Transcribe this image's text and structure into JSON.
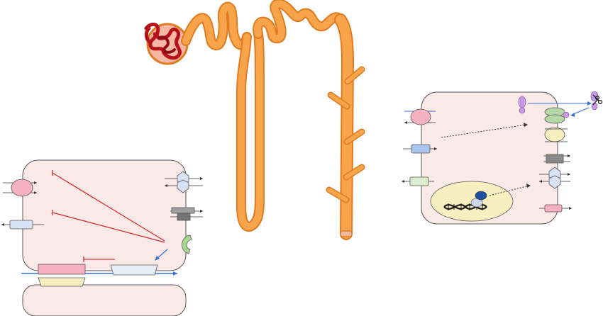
{
  "colors": {
    "tubule_fill": "#f7a44a",
    "tubule_stroke": "#e07b22",
    "glomerulus_fill": "#f6b7a5",
    "vessel_red": "#b5121b",
    "cell_fill": "#fbe9e7",
    "cell_stroke": "#555555",
    "inhibit_red": "#d32f2f",
    "flow_blue": "#3a6fd8",
    "nucleus_fill": "#f7efbf",
    "dna_dark": "#1a1a1a"
  },
  "icons": [
    "nephron",
    "glomerulus",
    "left-cell",
    "right-cell",
    "nucleus",
    "dna-helix",
    "scissors-icon",
    "transporter-icon",
    "channel-icon"
  ]
}
